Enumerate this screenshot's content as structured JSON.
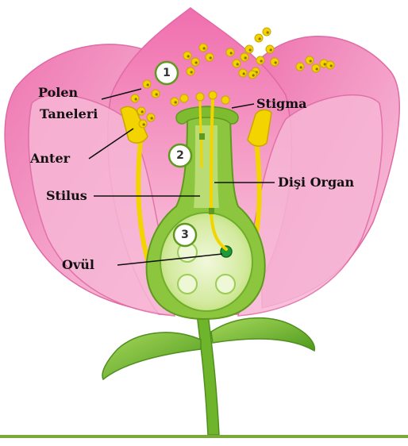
{
  "labels": {
    "pollen_line1": "Polen",
    "pollen_line2": "Taneleri",
    "anther": "Anter",
    "stigma": "Stigma",
    "pistil": "Dişi Organ",
    "style": "Stilus",
    "ovule": "Ovül"
  },
  "steps": [
    "1",
    "2",
    "3"
  ],
  "colors": {
    "petal": "#f49ac4",
    "petal_dark": "#e06aa4",
    "pistil": "#8cc63f",
    "pistil_light": "#d3ea9e",
    "pollen": "#f3d400",
    "stem": "#6fb52c",
    "ground": "#7aa93a"
  }
}
